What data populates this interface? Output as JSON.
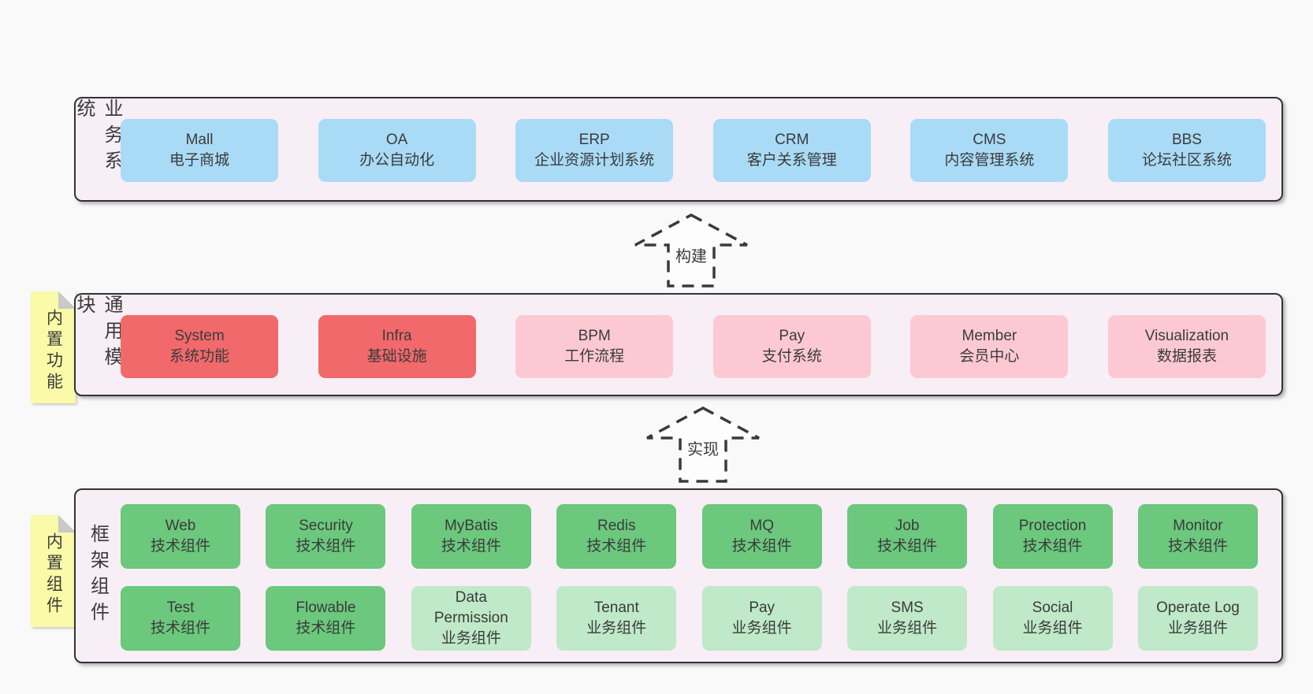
{
  "colors": {
    "page_bg": "#f9f9f9",
    "container_bg": "#f8eef6",
    "container_border": "#333333",
    "blue_box": "#a9dbf6",
    "red_box": "#f2696b",
    "pink_box": "#fcc9d3",
    "green_box": "#6bc87d",
    "light_green_box": "#bfe9c8",
    "sticky_note": "#fafaa8",
    "text": "#3b3b3b"
  },
  "stickies": {
    "features": {
      "label": "内置功能"
    },
    "components": {
      "label": "内置组件"
    }
  },
  "arrows": {
    "build": {
      "label": "构建"
    },
    "implement": {
      "label": "实现"
    }
  },
  "layers": {
    "business": {
      "side_label": "业务系统",
      "boxes": [
        {
          "title": "Mall",
          "subtitle": "电子商城"
        },
        {
          "title": "OA",
          "subtitle": "办公自动化"
        },
        {
          "title": "ERP",
          "subtitle": "企业资源计划系统"
        },
        {
          "title": "CRM",
          "subtitle": "客户关系管理"
        },
        {
          "title": "CMS",
          "subtitle": "内容管理系统"
        },
        {
          "title": "BBS",
          "subtitle": "论坛社区系统"
        }
      ]
    },
    "modules": {
      "side_label": "通用模块",
      "boxes": [
        {
          "title": "System",
          "subtitle": "系统功能",
          "variant": "red"
        },
        {
          "title": "Infra",
          "subtitle": "基础设施",
          "variant": "red"
        },
        {
          "title": "BPM",
          "subtitle": "工作流程",
          "variant": "pink"
        },
        {
          "title": "Pay",
          "subtitle": "支付系统",
          "variant": "pink"
        },
        {
          "title": "Member",
          "subtitle": "会员中心",
          "variant": "pink"
        },
        {
          "title": "Visualization",
          "subtitle": "数据报表",
          "variant": "pink"
        }
      ]
    },
    "components": {
      "side_label": "框架组件",
      "rows": [
        [
          {
            "title": "Web",
            "subtitle": "技术组件",
            "variant": "green"
          },
          {
            "title": "Security",
            "subtitle": "技术组件",
            "variant": "green"
          },
          {
            "title": "MyBatis",
            "subtitle": "技术组件",
            "variant": "green"
          },
          {
            "title": "Redis",
            "subtitle": "技术组件",
            "variant": "green"
          },
          {
            "title": "MQ",
            "subtitle": "技术组件",
            "variant": "green"
          },
          {
            "title": "Job",
            "subtitle": "技术组件",
            "variant": "green"
          },
          {
            "title": "Protection",
            "subtitle": "技术组件",
            "variant": "green"
          },
          {
            "title": "Monitor",
            "subtitle": "技术组件",
            "variant": "green"
          }
        ],
        [
          {
            "title": "Test",
            "subtitle": "技术组件",
            "variant": "green"
          },
          {
            "title": "Flowable",
            "subtitle": "技术组件",
            "variant": "green"
          },
          {
            "title": "Data Permission",
            "subtitle": "业务组件",
            "variant": "lgreen"
          },
          {
            "title": "Tenant",
            "subtitle": "业务组件",
            "variant": "lgreen"
          },
          {
            "title": "Pay",
            "subtitle": "业务组件",
            "variant": "lgreen"
          },
          {
            "title": "SMS",
            "subtitle": "业务组件",
            "variant": "lgreen"
          },
          {
            "title": "Social",
            "subtitle": "业务组件",
            "variant": "lgreen"
          },
          {
            "title": "Operate Log",
            "subtitle": "业务组件",
            "variant": "lgreen"
          }
        ]
      ]
    }
  }
}
